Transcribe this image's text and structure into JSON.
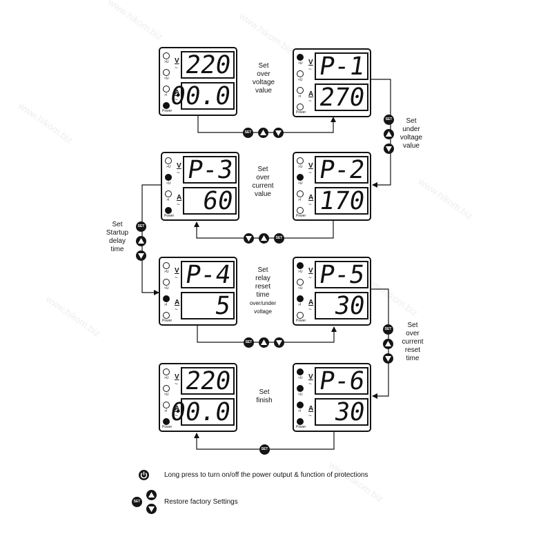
{
  "watermark": "www.hikom.biz",
  "panels": [
    {
      "id": "p1",
      "leds": [
        false,
        false,
        false,
        true
      ],
      "top": "220",
      "bottom": "00.0",
      "power_label": "Power"
    },
    {
      "id": "p2",
      "leds": [
        true,
        false,
        false,
        false
      ],
      "top": "P-1",
      "bottom": "270",
      "power_label": "Power"
    },
    {
      "id": "p3",
      "leds": [
        false,
        true,
        false,
        true
      ],
      "top": "P-3",
      "bottom": "60",
      "power_label": "Power"
    },
    {
      "id": "p4",
      "leds": [
        false,
        true,
        false,
        false
      ],
      "top": "P-2",
      "bottom": "170",
      "power_label": "Power"
    },
    {
      "id": "p5",
      "leds": [
        false,
        false,
        true,
        false
      ],
      "top": "P-4",
      "bottom": "5",
      "power_label": "Power"
    },
    {
      "id": "p6",
      "leds": [
        true,
        false,
        true,
        false
      ],
      "top": "P-5",
      "bottom": "30",
      "power_label": "Power"
    },
    {
      "id": "p7",
      "leds": [
        false,
        false,
        false,
        true
      ],
      "top": "220",
      "bottom": "00.0",
      "power_label": "Power"
    },
    {
      "id": "p8",
      "leds": [
        true,
        true,
        true,
        true
      ],
      "top": "P-6",
      "bottom": "30",
      "power_label": "Power"
    }
  ],
  "led_labels": [
    ">U",
    "<U",
    ">I"
  ],
  "units": {
    "voltage": "V",
    "current": "A",
    "tilde": "~"
  },
  "step_labels": {
    "over_voltage": [
      "Set",
      "over",
      "voltage",
      "value"
    ],
    "under_voltage": [
      "Set",
      "under",
      "voltage",
      "value"
    ],
    "over_current": [
      "Set",
      "over",
      "current",
      "value"
    ],
    "startup_delay": [
      "Set",
      "Startup",
      "delay",
      "time"
    ],
    "relay_reset": [
      "Set",
      "relay",
      "reset",
      "time",
      "over/under",
      "voltage"
    ],
    "over_current_reset": [
      "Set",
      "over",
      "current",
      "reset",
      "time"
    ],
    "finish": [
      "Set",
      "finish"
    ]
  },
  "buttons": {
    "set": "SET"
  },
  "legend": {
    "power": "Long press to turn on/off the power output & function of protections",
    "restore": "Restore factory Settings"
  }
}
